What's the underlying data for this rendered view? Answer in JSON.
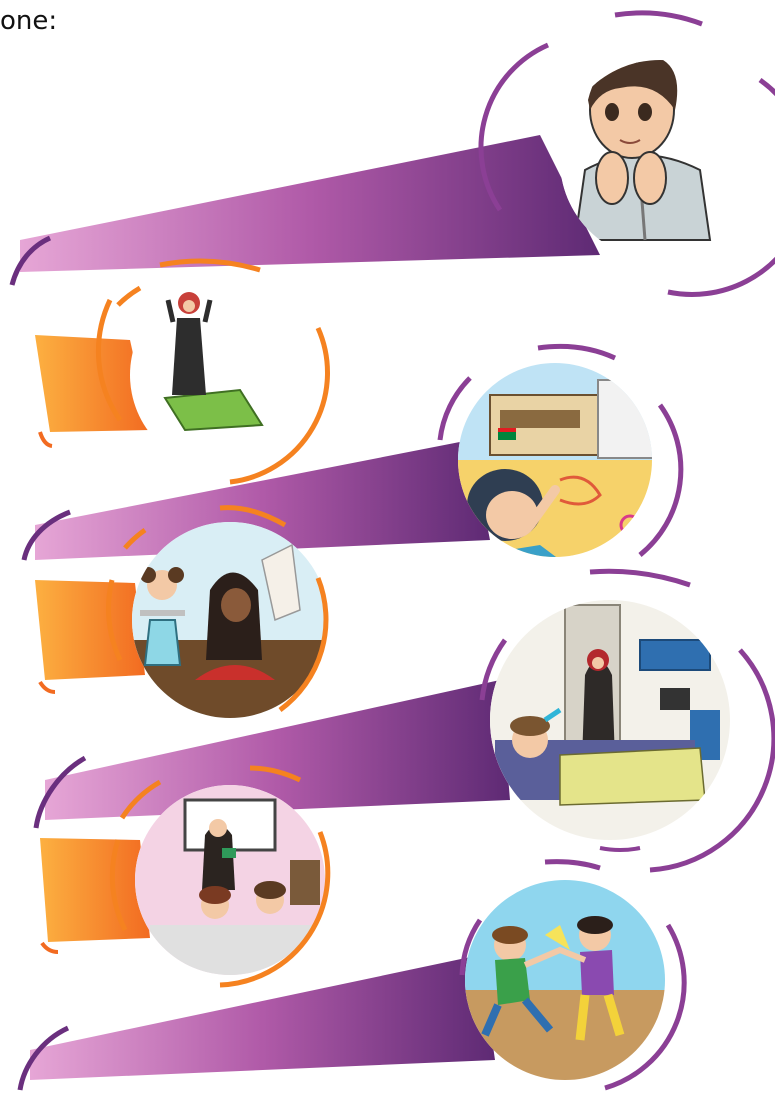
{
  "page": {
    "instruction_fragment": "one:"
  },
  "colors": {
    "purple_dark": "#6a2f7e",
    "purple_light": "#d99bd0",
    "orange": "#f6821f",
    "orange_light": "#fcb041",
    "ring_purple": "#8b3f95",
    "ring_orange": "#f58220"
  },
  "illustrations": [
    {
      "id": "boy-praying-dua",
      "accent": "purple"
    },
    {
      "id": "girl-praying-on-mat",
      "accent": "orange"
    },
    {
      "id": "boy-drawing-on-school-wall",
      "accent": "purple"
    },
    {
      "id": "girl-serving-tea-to-grandmother",
      "accent": "orange"
    },
    {
      "id": "mother-waking-sick-child",
      "accent": "purple"
    },
    {
      "id": "teacher-in-classroom",
      "accent": "orange"
    },
    {
      "id": "boys-fighting",
      "accent": "purple"
    }
  ]
}
